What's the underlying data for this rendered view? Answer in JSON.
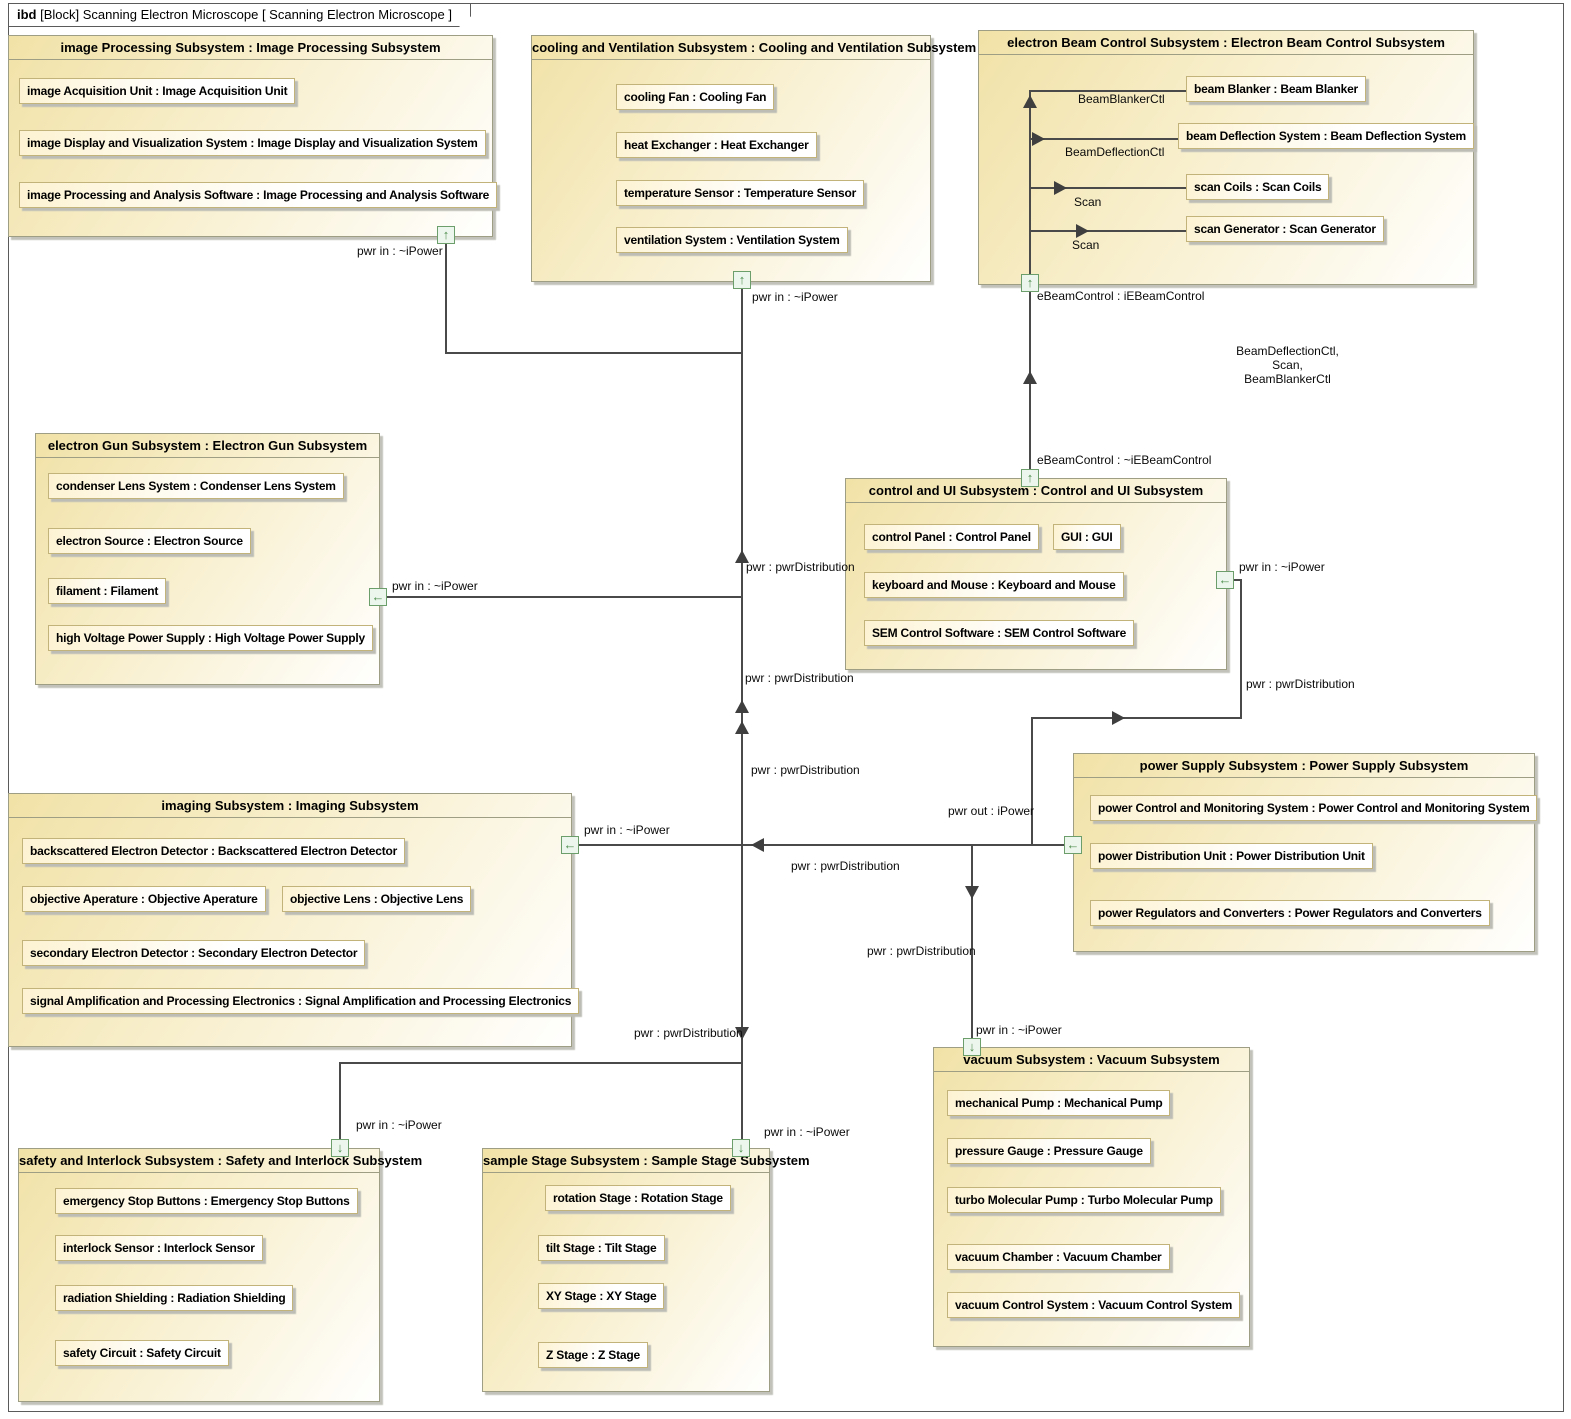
{
  "frame": {
    "tab_keyword": "ibd",
    "tab_title": "[Block] Scanning Electron Microscope [ Scanning Electron Microscope ]"
  },
  "blocks": {
    "image_processing": {
      "title": "image Processing Subsystem : Image Processing Subsystem",
      "parts": {
        "acquisition": "image Acquisition Unit : Image Acquisition Unit",
        "display": "image Display and Visualization System : Image Display and Visualization System",
        "software": "image Processing and Analysis Software : Image Processing and Analysis Software"
      }
    },
    "cooling": {
      "title": "cooling and Ventilation Subsystem : Cooling and Ventilation Subsystem",
      "parts": {
        "fan": "cooling Fan : Cooling Fan",
        "heat_exchanger": "heat Exchanger : Heat Exchanger",
        "temp_sensor": "temperature Sensor : Temperature Sensor",
        "ventilation": "ventilation System : Ventilation System"
      }
    },
    "beam_control": {
      "title": "electron Beam Control Subsystem : Electron Beam Control Subsystem",
      "parts": {
        "blanker": "beam Blanker : Beam Blanker",
        "deflection": "beam Deflection System : Beam Deflection System",
        "scan_coils": "scan Coils : Scan Coils",
        "scan_generator": "scan Generator : Scan Generator"
      }
    },
    "electron_gun": {
      "title": "electron Gun Subsystem : Electron Gun Subsystem",
      "parts": {
        "condenser": "condenser Lens System : Condenser Lens System",
        "source": "electron Source : Electron Source",
        "filament": "filament : Filament",
        "hv_supply": "high Voltage Power Supply : High Voltage Power Supply"
      }
    },
    "control_ui": {
      "title": "control and UI Subsystem : Control and UI Subsystem",
      "parts": {
        "panel": "control Panel : Control Panel",
        "gui": "GUI : GUI",
        "keyboard": "keyboard and Mouse : Keyboard and Mouse",
        "software": "SEM Control Software : SEM Control Software"
      }
    },
    "power_supply": {
      "title": "power Supply Subsystem : Power Supply Subsystem",
      "parts": {
        "monitoring": "power Control and Monitoring System : Power Control and Monitoring System",
        "distribution": "power Distribution Unit : Power Distribution Unit",
        "regulators": "power Regulators and Converters : Power Regulators and Converters"
      }
    },
    "imaging": {
      "title": "imaging Subsystem : Imaging Subsystem",
      "parts": {
        "backscatter": "backscattered Electron Detector : Backscattered Electron Detector",
        "aperture": "objective Aperature : Objective Aperature",
        "lens": "objective Lens : Objective Lens",
        "secondary": "secondary Electron Detector : Secondary Electron Detector",
        "amplification": "signal Amplification and Processing Electronics : Signal Amplification and Processing Electronics"
      }
    },
    "safety": {
      "title": "safety and Interlock Subsystem : Safety and Interlock Subsystem",
      "parts": {
        "stop_buttons": "emergency Stop Buttons : Emergency Stop Buttons",
        "interlock": "interlock Sensor : Interlock Sensor",
        "shielding": "radiation Shielding : Radiation Shielding",
        "circuit": "safety Circuit : Safety Circuit"
      }
    },
    "sample_stage": {
      "title": "sample Stage Subsystem : Sample Stage Subsystem",
      "parts": {
        "rotation": "rotation Stage : Rotation Stage",
        "tilt": "tilt Stage : Tilt Stage",
        "xy": "XY Stage : XY Stage",
        "z": "Z Stage : Z Stage"
      }
    },
    "vacuum": {
      "title": "vacuum Subsystem : Vacuum Subsystem",
      "parts": {
        "mech_pump": "mechanical Pump : Mechanical Pump",
        "gauge": "pressure Gauge : Pressure Gauge",
        "turbo_pump": "turbo Molecular Pump : Turbo Molecular Pump",
        "chamber": "vacuum Chamber : Vacuum Chamber",
        "control": "vacuum Control System : Vacuum Control System"
      }
    }
  },
  "connector_labels": {
    "pwr_in": "pwr in : ~iPower",
    "pwr_out": "pwr out : iPower",
    "pwr_dist": "pwr : pwrDistribution",
    "ebeam_provided": "eBeamControl : iEBeamControl",
    "ebeam_required": "eBeamControl : ~iEBeamControl",
    "blanker_ctl": "BeamBlankerCtl",
    "deflection_ctl": "BeamDeflectionCtl",
    "scan": "Scan",
    "multi_line1": "BeamDeflectionCtl,",
    "multi_line2": "Scan,",
    "multi_line3": "BeamBlankerCtl"
  },
  "icons": {
    "arrow_up": "↑",
    "arrow_down": "↓",
    "arrow_left": "←"
  },
  "colors": {
    "block_border": "#9e9e85",
    "part_border": "#c2b37a",
    "block_fill": "#f1e2a7",
    "port_green": "#6b9e6b",
    "connector": "#4a4a4a"
  }
}
